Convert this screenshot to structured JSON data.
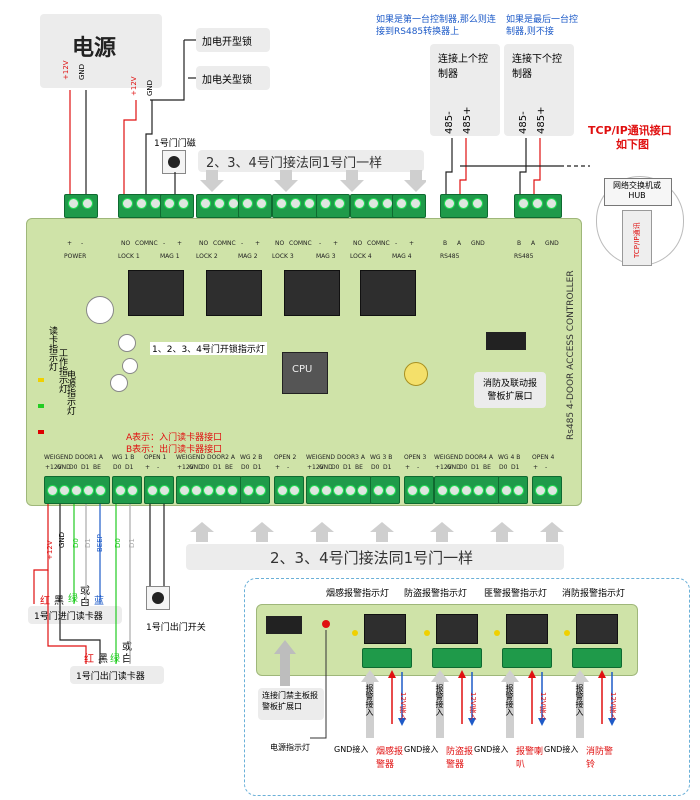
{
  "power": {
    "title": "电源",
    "v12": "+12V",
    "gnd": "GND"
  },
  "lock_on": "加电开型锁",
  "lock_off": "加电关型锁",
  "door_sensor": "1号门门磁",
  "same_top": "2、3、4号门接法同1号门一样",
  "same_bottom": "2、3、4号门接法同1号门一样",
  "rs485_note1": "如果是第一台控制器,那么则连接到RS485转换器上",
  "rs485_note2": "如果是最后一台控制器,则不接",
  "prev_ctrl": "连接上个控制器",
  "next_ctrl": "连接下个控制器",
  "r485m": "485-",
  "r485p": "485+",
  "tcp_title": "TCP/IP通讯接口",
  "tcp_sub": "如下图",
  "switch": "网络交换机或HUB",
  "tcp_plug": "TCP/IP通讯",
  "top_terms": [
    {
      "label": "POWER",
      "pins": [
        "+",
        "-"
      ]
    },
    {
      "label": "LOCK 1",
      "pins": [
        "NO",
        "COM",
        "NC"
      ]
    },
    {
      "label": "MAG 1",
      "pins": [
        "-",
        "+"
      ]
    },
    {
      "label": "LOCK 2",
      "pins": [
        "NO",
        "COM",
        "NC"
      ]
    },
    {
      "label": "MAG 2",
      "pins": [
        "-",
        "+"
      ]
    },
    {
      "label": "LOCK 3",
      "pins": [
        "NO",
        "COM",
        "NC"
      ]
    },
    {
      "label": "MAG 3",
      "pins": [
        "-",
        "+"
      ]
    },
    {
      "label": "LOCK 4",
      "pins": [
        "NO",
        "COM",
        "NC"
      ]
    },
    {
      "label": "MAG 4",
      "pins": [
        "-",
        "+"
      ]
    },
    {
      "label": "RS485",
      "pins": [
        "B",
        "A",
        "GND"
      ]
    },
    {
      "label": "RS485",
      "pins": [
        "B",
        "A",
        "GND"
      ]
    }
  ],
  "relay_led": "1、2、3、4号门开锁指示灯",
  "cpu": "CPU",
  "card_led": "读卡指示灯",
  "work_led": "工作指示灯",
  "power_led": "电源指示灯",
  "board_title": "Rs485 4-DOOR ACCESS CONTROLLER",
  "expansion": "消防及联动报警板扩展口",
  "legend_a": "A表示：入门读卡器接口",
  "legend_b": "B表示：出门读卡器接口",
  "bottom_terms": [
    {
      "label": "WEIGEND DOOR1 A",
      "pins": [
        "+12V",
        "GND",
        "D0",
        "D1",
        "BE"
      ]
    },
    {
      "label": "WG 1 B",
      "pins": [
        "D0",
        "D1"
      ]
    },
    {
      "label": "OPEN 1",
      "pins": [
        "+",
        "-"
      ]
    },
    {
      "label": "WEIGEND DOOR2 A",
      "pins": [
        "+12V",
        "GND",
        "D0",
        "D1",
        "BE"
      ]
    },
    {
      "label": "WG 2 B",
      "pins": [
        "D0",
        "D1"
      ]
    },
    {
      "label": "OPEN 2",
      "pins": [
        "+",
        "-"
      ]
    },
    {
      "label": "WEIGEND DOOR3 A",
      "pins": [
        "+12V",
        "GND",
        "D0",
        "D1",
        "BE"
      ]
    },
    {
      "label": "WG 3 B",
      "pins": [
        "D0",
        "D1"
      ]
    },
    {
      "label": "OPEN 3",
      "pins": [
        "+",
        "-"
      ]
    },
    {
      "label": "WEIGEND DOOR4 A",
      "pins": [
        "+12V",
        "GND",
        "D0",
        "D1",
        "BE"
      ]
    },
    {
      "label": "WG 4 B",
      "pins": [
        "D0",
        "D1"
      ]
    },
    {
      "label": "OPEN 4",
      "pins": [
        "+",
        "-"
      ]
    }
  ],
  "wires_bottom": {
    "v12": "+12V",
    "gnd": "GND",
    "d0": "D0",
    "d1": "D1",
    "beep": "BEEP",
    "d0b": "D0",
    "d1b": "D1"
  },
  "reader_in": {
    "label": "1号门进门读卡器",
    "red": "红",
    "black": "黑",
    "green": "绿",
    "white": "白",
    "or": "或",
    "blue": "蓝"
  },
  "reader_out": {
    "label": "1号门出门读卡器",
    "red": "红",
    "black": "黑",
    "green": "绿",
    "white": "白",
    "or": "或"
  },
  "exit_btn": "1号门出门开关",
  "alarm": {
    "smoke_led": "烟感报警指示灯",
    "theft_led": "防盗报警指示灯",
    "bandit_led": "匪警报警指示灯",
    "fire_led": "消防报警指示灯",
    "connect": "连接门禁主板报警板扩展口",
    "power_led": "电源指示灯",
    "alarm_in": "报警接入",
    "v12in": "12V接入",
    "gnd_in": "GND接入",
    "smoke": "烟感报警器",
    "theft": "防盗报警器",
    "horn": "报警喇叭",
    "bell": "消防警铃"
  }
}
